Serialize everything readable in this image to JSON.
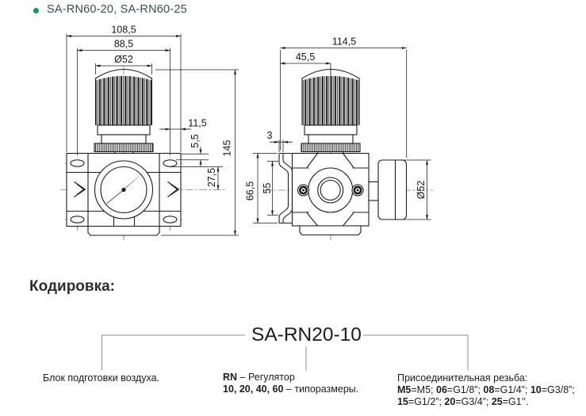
{
  "colors": {
    "bullet_green": "#0fa04d",
    "header_text": "#3a4e55"
  },
  "header": {
    "title": "SA-RN60-20, SA-RN60-25"
  },
  "front_view": {
    "dims": {
      "total_width": "108,5",
      "slot_spacing": "88,5",
      "knob_diameter": "Ø52",
      "edge_offset": "11,5",
      "slot_inset": "5,5",
      "port_axis_offset": "27,5",
      "total_height": "145"
    }
  },
  "side_view": {
    "dims": {
      "total_width": "114,5",
      "knob_axis_offset": "45,5",
      "bracket_thickness": "3",
      "bracket_slot_span": "55",
      "bracket_height": "66,5",
      "gauge_diameter": "Ø52"
    }
  },
  "coding": {
    "heading": "Кодировка:",
    "code": "SA-RN20-10",
    "block_label": "Блок подготовки воздуха.",
    "regulator_lines": [
      [
        [
          "b",
          "RN"
        ],
        [
          "r",
          " – Регулятор"
        ]
      ],
      [
        [
          "b",
          "10, 20, 40, 60"
        ],
        [
          "r",
          " – типоразмеры."
        ]
      ]
    ],
    "thread_lines": [
      [
        [
          "r",
          "Присоединительная резьба:"
        ]
      ],
      [
        [
          "b",
          "M5"
        ],
        [
          "r",
          "=M5; "
        ],
        [
          "b",
          "06"
        ],
        [
          "r",
          "=G1/8”; "
        ],
        [
          "b",
          "08"
        ],
        [
          "r",
          "=G1/4”; "
        ],
        [
          "b",
          "10"
        ],
        [
          "r",
          "=G3/8”;"
        ]
      ],
      [
        [
          "b",
          "15"
        ],
        [
          "r",
          "=G1/2”; "
        ],
        [
          "b",
          "20"
        ],
        [
          "r",
          "=G3/4”; "
        ],
        [
          "b",
          "25"
        ],
        [
          "r",
          "=G1’’."
        ]
      ]
    ]
  }
}
